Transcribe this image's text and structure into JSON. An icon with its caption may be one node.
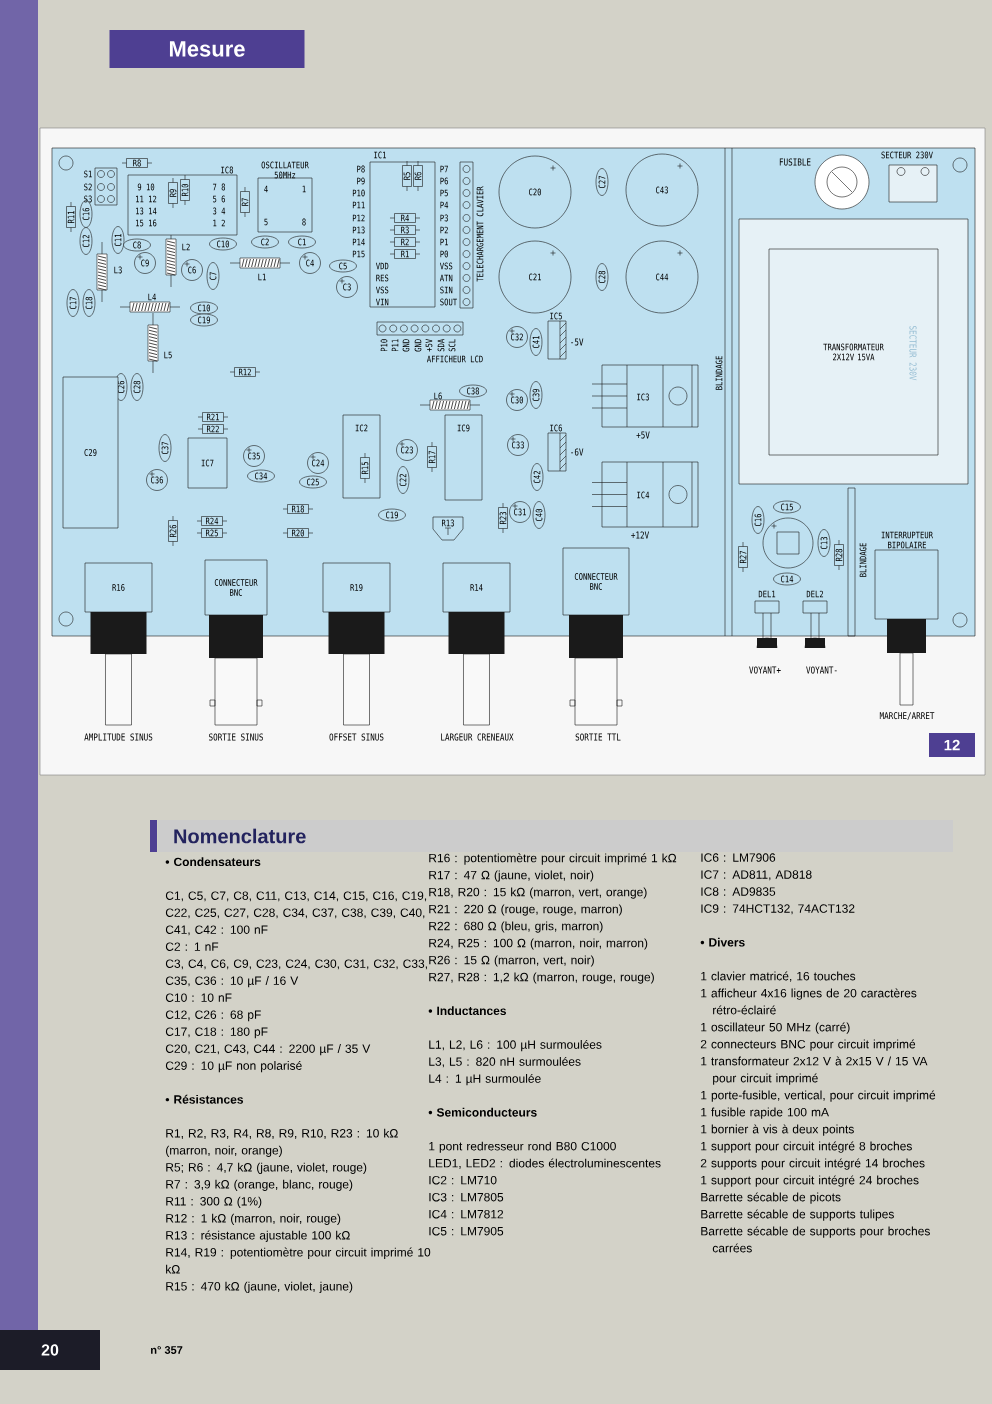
{
  "diagram": {
    "title": "Mesure",
    "nodes": [
      {
        "text": [
          "R8"
        ]
      },
      {
        "text": [
          "IC8",
          "9 10",
          "11 12",
          "13 14",
          "15 16",
          "7 8",
          "5 6",
          "3 4",
          "1 2"
        ]
      },
      {
        "text": [
          "R9"
        ],
        "in": 1
      },
      {
        "text": [
          "R10"
        ],
        "in": 1
      },
      {
        "text": [
          "R7"
        ]
      },
      {
        "text": [
          "OSCILLATEUR 50MHz",
          "4",
          "1",
          "5",
          "8"
        ]
      },
      {
        "text": [
          "IC1",
          "VDD",
          "RES",
          "VSS",
          "VIN"
        ]
      },
      {
        "text": [
          "R5"
        ],
        "in": 6
      },
      {
        "text": [
          "R6"
        ],
        "in": 6
      },
      {
        "text": [
          "R4"
        ],
        "in": 6
      },
      {
        "text": [
          "R3"
        ],
        "in": 6
      },
      {
        "text": [
          "R2"
        ],
        "in": 6
      },
      {
        "text": [
          "R1"
        ],
        "in": 6
      },
      {
        "text": [
          "R11"
        ]
      },
      {
        "text": [
          "C16"
        ]
      },
      {
        "text": [
          "C12"
        ]
      },
      {
        "text": [
          "C11"
        ]
      },
      {
        "text": [
          "C8"
        ]
      },
      {
        "text": [
          "C10"
        ]
      },
      {
        "text": [
          "C2"
        ]
      },
      {
        "text": [
          "C1"
        ]
      },
      {
        "text": [
          "C9"
        ]
      },
      {
        "text": [
          "C6"
        ]
      },
      {
        "text": [
          "C7"
        ]
      },
      {
        "text": [
          "C4"
        ]
      },
      {
        "text": [
          "C5"
        ]
      },
      {
        "text": [
          "C3"
        ]
      },
      {
        "text": [
          "C17"
        ]
      },
      {
        "text": [
          "C18"
        ]
      },
      {
        "text": [
          "C10"
        ]
      },
      {
        "text": [
          "C19"
        ]
      },
      {
        "text": [
          "R12"
        ]
      },
      {
        "text": [
          "C26"
        ]
      },
      {
        "text": [
          "C28"
        ]
      },
      {
        "text": [
          "C29"
        ]
      },
      {
        "text": [
          "R21"
        ]
      },
      {
        "text": [
          "R22"
        ]
      },
      {
        "text": [
          "C37"
        ]
      },
      {
        "text": [
          "IC7"
        ]
      },
      {
        "text": [
          "C35"
        ]
      },
      {
        "text": [
          "C34"
        ]
      },
      {
        "text": [
          "C24"
        ]
      },
      {
        "text": [
          "C25"
        ]
      },
      {
        "text": [
          "C36"
        ]
      },
      {
        "text": [
          "IC2"
        ]
      },
      {
        "text": [
          "R15"
        ],
        "in": 44
      },
      {
        "text": [
          "C23"
        ]
      },
      {
        "text": [
          "C22"
        ]
      },
      {
        "text": [
          "R17"
        ]
      },
      {
        "text": [
          "IC9"
        ]
      },
      {
        "text": [
          "C38"
        ]
      },
      {
        "text": [
          "R24"
        ]
      },
      {
        "text": [
          "R25"
        ]
      },
      {
        "text": [
          "R26"
        ]
      },
      {
        "text": [
          "R18"
        ]
      },
      {
        "text": [
          "R20"
        ]
      },
      {
        "text": [
          "C19"
        ]
      },
      {
        "text": [
          "R13"
        ]
      },
      {
        "text": [
          "R16"
        ]
      },
      {
        "text": [
          "CONNECTEUR BNC"
        ]
      },
      {
        "text": [
          "R19"
        ]
      },
      {
        "text": [
          "R14"
        ]
      },
      {
        "text": [
          "CONNECTEUR BNC"
        ]
      },
      {
        "text": [
          "C20"
        ]
      },
      {
        "text": [
          "C27"
        ]
      },
      {
        "text": [
          "C43"
        ]
      },
      {
        "text": [
          "C21"
        ]
      },
      {
        "text": [
          "C28"
        ]
      },
      {
        "text": [
          "C44"
        ]
      },
      {
        "text": [
          "C32"
        ]
      },
      {
        "text": [
          "C41"
        ]
      },
      {
        "text": [
          "IC5"
        ],
        "beside": [
          "-5V"
        ]
      },
      {
        "text": [
          "C30"
        ]
      },
      {
        "text": [
          "C39"
        ]
      },
      {
        "text": [
          "IC3"
        ],
        "beside": [
          "+5V"
        ]
      },
      {
        "text": [
          "C33"
        ]
      },
      {
        "text": [
          "IC6"
        ],
        "beside": [
          "-6V"
        ]
      },
      {
        "text": [
          "C42"
        ]
      },
      {
        "text": [
          "IC4"
        ],
        "beside": [
          "+12V"
        ]
      },
      {
        "text": [
          "R23"
        ]
      },
      {
        "text": [
          "C31"
        ]
      },
      {
        "text": [
          "C40"
        ]
      },
      {
        "text": [
          "TRANSFORMATEUR 2X12V 15VA"
        ]
      },
      {
        "text": [
          "SECTEUR 230V"
        ]
      },
      {
        "text": [],
        "shape": "circle",
        "beside": [
          "FUSIBLE"
        ]
      },
      {
        "text": [
          "C15"
        ]
      },
      {
        "text": [
          "C16"
        ]
      },
      {
        "text": [],
        "shape": "circle"
      },
      {
        "text": [
          "C13"
        ]
      },
      {
        "text": [
          "R27"
        ]
      },
      {
        "text": [
          "R28"
        ]
      },
      {
        "text": [
          "C14"
        ]
      },
      {
        "text": [
          "DEL1"
        ]
      },
      {
        "text": [
          "DEL2"
        ]
      },
      {
        "text": [
          "INTERRUPTEUR BIPOLAIRE"
        ]
      },
      {
        "text": [
          "12"
        ]
      },
      {
        "text": [
          "Nomenclature"
        ]
      },
      {
        "text": [
          "20"
        ]
      }
    ],
    "labels": [
      "S1",
      "S2",
      "S3",
      "P8",
      "P9",
      "P10",
      "P11",
      "P12",
      "P13",
      "P14",
      "P15",
      "P7",
      "P6",
      "P5",
      "P4",
      "P3",
      "P2",
      "P1",
      "P0",
      "VSS",
      "ATN",
      "SIN",
      "SOUT",
      "TELECHARGEMENT CLAVIER",
      "P10",
      "P11",
      "GND",
      "GND",
      "+5V",
      "SDA",
      "SCL",
      "AFFICHEUR LCD",
      "L2",
      "L3",
      "L1",
      "L4",
      "L5",
      "L6",
      "BLINDAGE",
      "BLINDAGE",
      "SECTEUR 230V",
      "AMPLITUDE SINUS",
      "SORTIE SINUS",
      "OFFSET SINUS",
      "LARGEUR CRENEAUX",
      "SORTIE TTL",
      "VOYANT+",
      "VOYANT-",
      "MARCHE/ARRET",
      "• Condensateurs",
      "C1, C5, C7, C8, C11, C13, C14, C15, C16, C19, C22, C25, C27, C28, C34, C37, C38, C39, C40, C41, C42 : 100 nF",
      "C2 : 1 nF",
      "C3, C4, C6, C9, C23, C24, C30, C31, C32, C33, C35, C36 : 10 µF / 16 V",
      "C10 : 10 nF",
      "C12, C26 : 68 pF",
      "C17, C18 : 180 pF",
      "C20, C21, C43, C44 : 2200 µF / 35 V",
      "C29 : 10 µF non polarisé",
      "• Résistances",
      "R1, R2, R3, R4, R8, R9, R10, R23 : 10 kΩ (marron, noir, orange)",
      "R5; R6 : 4,7 kΩ (jaune, violet, rouge)",
      "R7 : 3,9 kΩ (orange, blanc, rouge)",
      "R11 : 300 Ω (1%)",
      "R12 : 1 kΩ (marron, noir, rouge)",
      "R13 : résistance ajustable 100 kΩ",
      "R14, R19 : potentiomètre pour circuit imprimé 10 kΩ",
      "R15 : 470 kΩ (jaune, violet, jaune)",
      "R16 : potentiomètre pour circuit imprimé 1 kΩ",
      "R17 : 47 Ω (jaune, violet, noir)",
      "R18, R20 : 15 kΩ (marron, vert, orange)",
      "R21 : 220 Ω (rouge, rouge, marron)",
      "R22 : 680 Ω (bleu, gris, marron)",
      "R24, R25 : 100 Ω (marron, noir, marron)",
      "R26 : 15 Ω (marron, vert, noir)",
      "R27, R28 : 1,2 kΩ (marron, rouge, rouge)",
      "• Inductances",
      "L1, L2, L6 : 100 µH surmoulées",
      "L3, L5 : 820 nH surmoulées",
      "L4 : 1 µH surmoulée",
      "• Semiconducteurs",
      "1 pont redresseur rond B80 C1000",
      "LED1, LED2 : diodes électroluminescentes",
      "IC2 : LM710",
      "IC3 : LM7805",
      "IC4 : LM7812",
      "IC5 : LM7905",
      "IC6 : LM7906",
      "IC7 : AD811, AD818",
      "IC8 : AD9835",
      "IC9 : 74HCT132, 74ACT132",
      "• Divers",
      "1 clavier matricé, 16 touches",
      "1 afficheur 4x16 lignes de 20 caractères rétro-éclairé",
      "1 oscillateur 50 MHz (carré)",
      "2 connecteurs BNC pour circuit imprimé",
      "1 transformateur 2x12 V à 2x15 V / 15 VA pour circuit imprimé",
      "1 porte-fusible, vertical, pour circuit imprimé",
      "1 fusible rapide 100 mA",
      "1 bornier à vis à deux points",
      "1 support pour circuit intégré 8 broches",
      "2 supports pour circuit intégré 14 broches",
      "1 support pour circuit intégré 24 broches",
      "Barrette sécable de picots",
      "Barrette sécable de supports tulipes",
      "Barrette sécable de supports pour broches carrées",
      "n° 357"
    ]
  }
}
